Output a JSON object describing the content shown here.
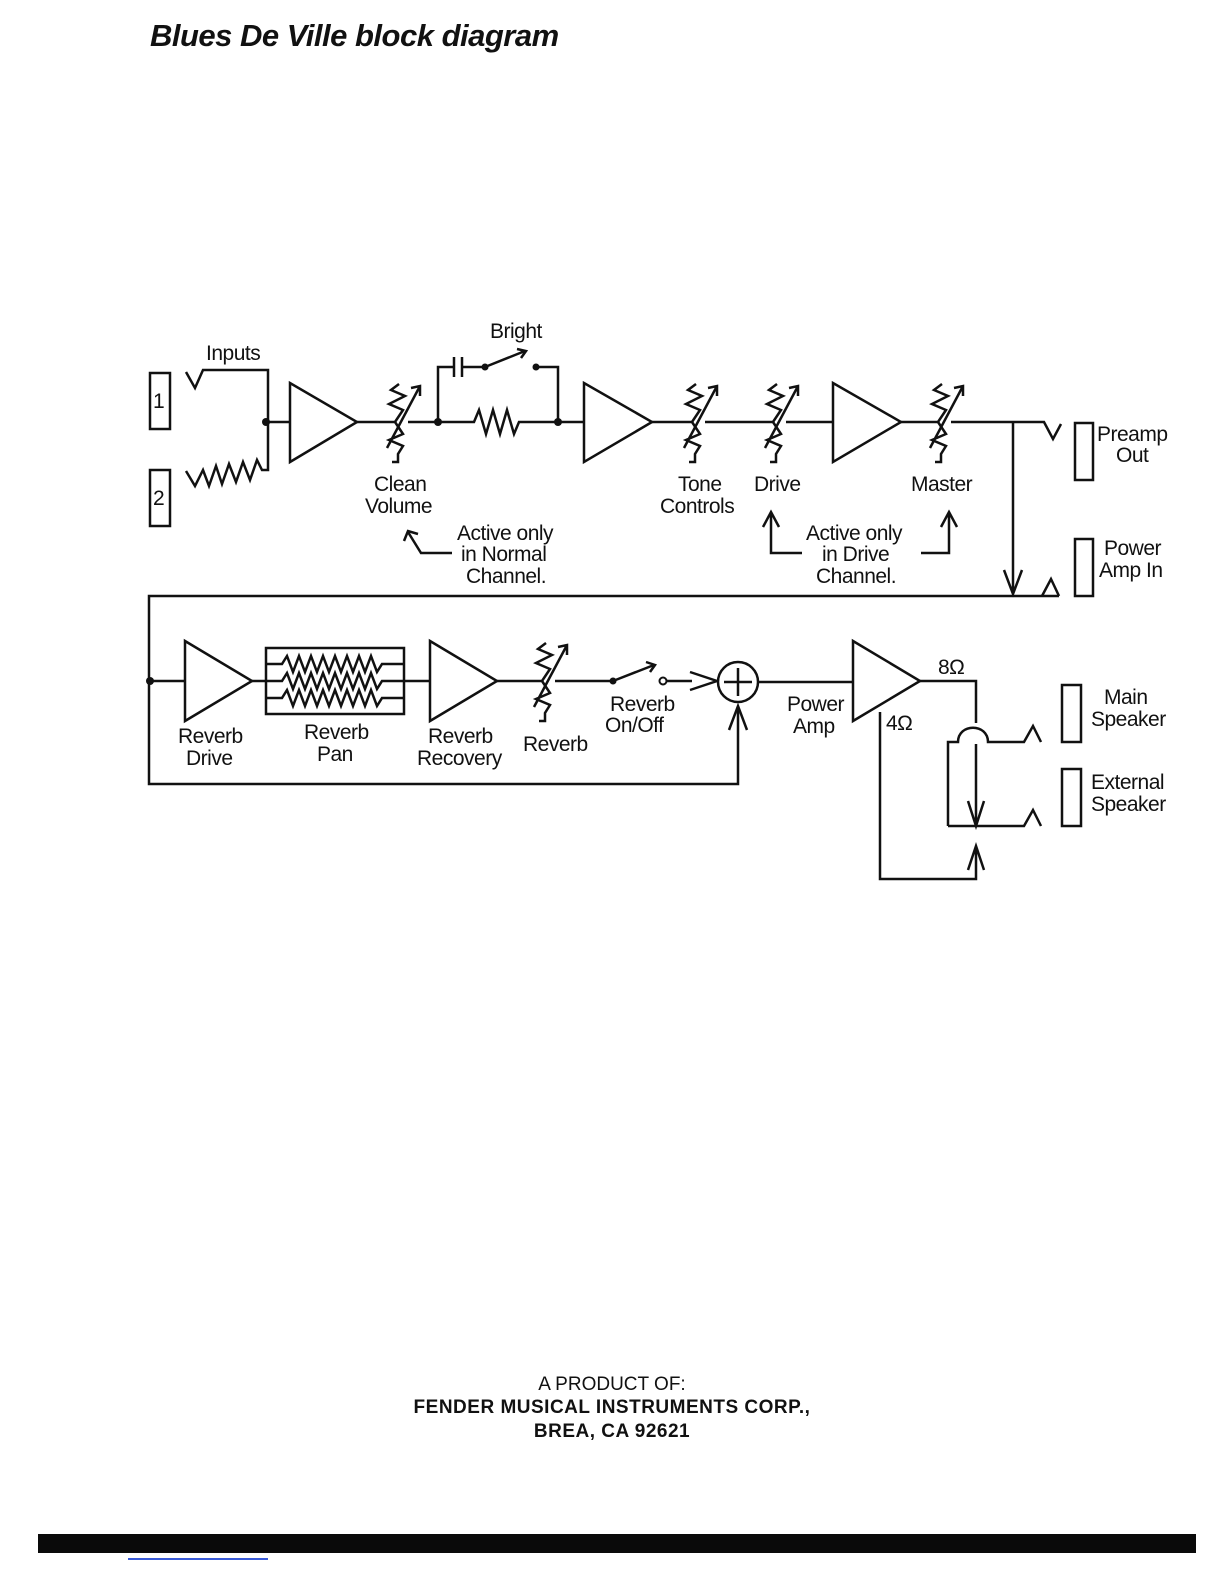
{
  "title": "Blues De Ville block diagram",
  "labels": {
    "inputs": "Inputs",
    "input_1": "1",
    "input_2": "2",
    "bright": "Bright",
    "clean": "Clean",
    "volume": "Volume",
    "active_only": "Active only",
    "in_normal": "in Normal",
    "channel": "Channel.",
    "tone": "Tone",
    "controls": "Controls",
    "drive": "Drive",
    "in_drive": "in Drive",
    "master": "Master",
    "preamp": "Preamp",
    "out": "Out",
    "power": "Power",
    "amp_in": "Amp In",
    "reverb": "Reverb",
    "pan": "Pan",
    "recovery": "Recovery",
    "on_off": "On/Off",
    "amp": "Amp",
    "ohm8": "8Ω",
    "ohm4": "4Ω",
    "main": "Main",
    "speaker": "Speaker",
    "external": "External"
  },
  "footer": {
    "intro": "A PRODUCT OF:",
    "company": "FENDER MUSICAL INSTRUMENTS CORP.,",
    "address": "BREA,  CA 92621"
  },
  "colors": {
    "ink": "#111111",
    "bottom_bar": "#0a0a0a",
    "link_underline": "#3a5bd9"
  }
}
